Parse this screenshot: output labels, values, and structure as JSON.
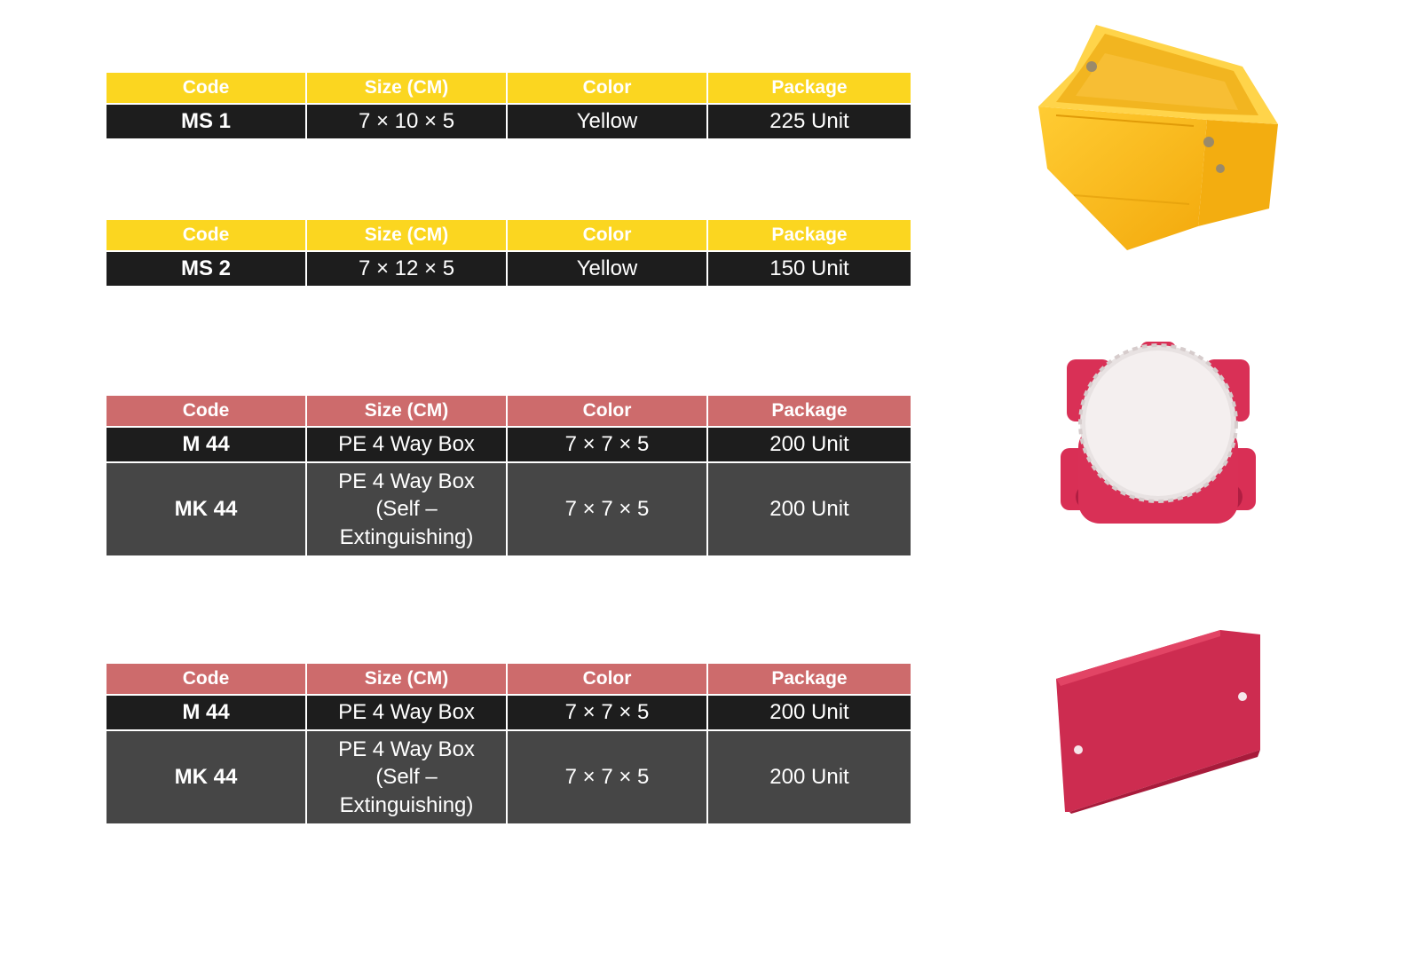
{
  "headers": {
    "code": "Code",
    "size": "Size (CM)",
    "color": "Color",
    "package": "Package"
  },
  "tables": [
    {
      "rows": [
        {
          "code": "MS 1",
          "size": "7 × 10 × 5",
          "color": "Yellow",
          "package": "225 Unit"
        }
      ]
    },
    {
      "rows": [
        {
          "code": "MS 2",
          "size": "7 × 12 × 5",
          "color": "Yellow",
          "package": "150 Unit"
        }
      ]
    },
    {
      "rows": [
        {
          "code": "M 44",
          "size": "PE 4 Way Box",
          "color": "7 × 7 × 5",
          "package": "200 Unit"
        },
        {
          "code": "MK 44",
          "size_lines": [
            "PE 4 Way Box",
            "(Self –",
            "Extinguishing)"
          ],
          "color": "7 × 7 × 5",
          "package": "200 Unit"
        }
      ]
    },
    {
      "rows": [
        {
          "code": "M 44",
          "size": "PE 4 Way Box",
          "color": "7 × 7 × 5",
          "package": "200 Unit"
        },
        {
          "code": "MK 44",
          "size_lines": [
            "PE 4 Way Box",
            "(Self –",
            "Extinguishing)"
          ],
          "color": "7 × 7 × 5",
          "package": "200 Unit"
        }
      ]
    }
  ],
  "colors": {
    "header_yellow": "#fbd620",
    "header_pink": "#cd6b6c",
    "row_dark": "#1d1d1d",
    "row_grey": "#464646"
  },
  "images": [
    "yellow-rectangular-box-image",
    "red-round-junction-box-image",
    "red-cover-plate-image"
  ]
}
